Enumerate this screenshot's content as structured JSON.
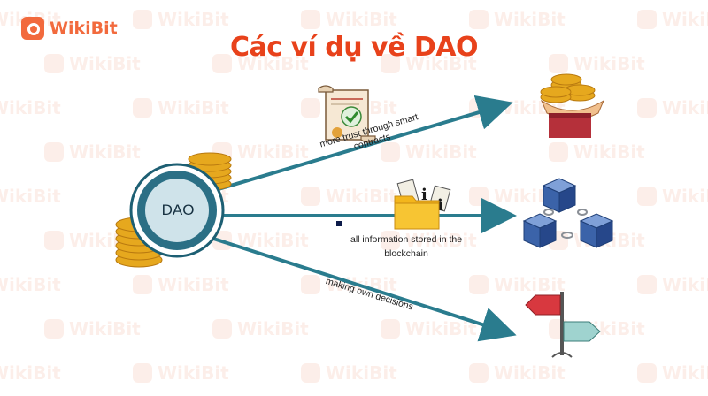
{
  "brand": {
    "name": "WikiBit",
    "color": "#f26a3d"
  },
  "title": "Các ví dụ về DAO",
  "center": {
    "label": "DAO"
  },
  "branches": [
    {
      "label": "more trust through smart contracts",
      "line1": "more trust through smart",
      "line2": "contracts",
      "icon": "coins-hands-icon"
    },
    {
      "label": "all information stored in the blockchain",
      "line1": "all information stored in the",
      "line2": "blockchain",
      "icon": "blockchain-cubes-icon"
    },
    {
      "label": "making own decisions",
      "icon": "signpost-flags-icon"
    }
  ],
  "colors": {
    "arrow": "#2a7c8e",
    "title": "#e8421b",
    "coin": "#e6a81e"
  }
}
